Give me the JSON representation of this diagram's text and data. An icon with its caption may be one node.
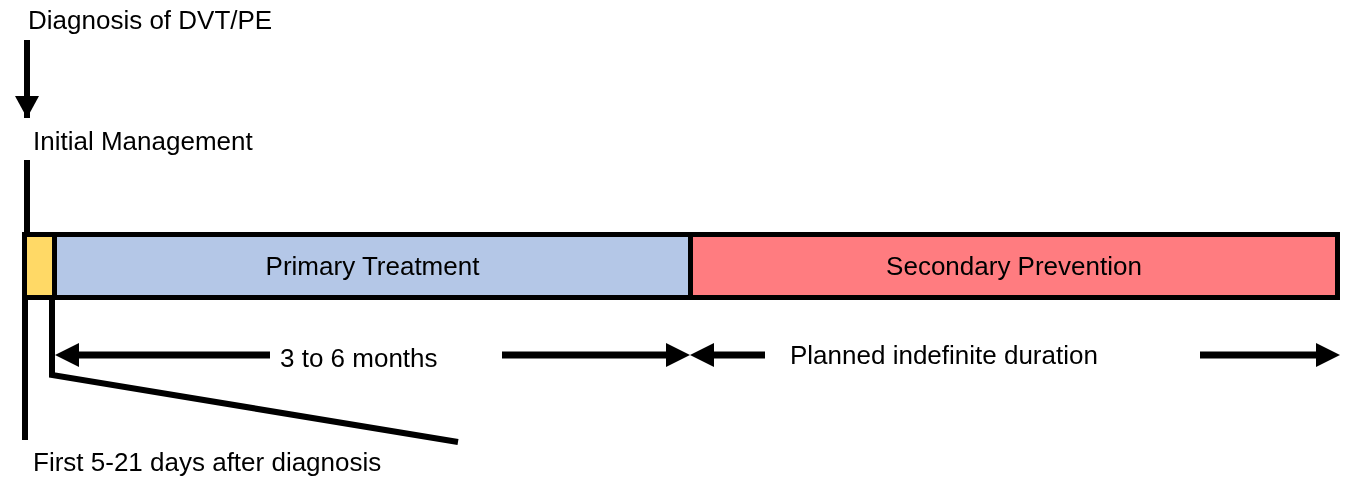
{
  "diagram": {
    "nodes": [
      {
        "text": [
          "Diagnosis of DVT/PE"
        ]
      },
      {
        "text": [
          "Initial Management"
        ]
      },
      {
        "text": [],
        "shape": "bar"
      },
      {
        "text": [
          "Primary Treatment"
        ]
      },
      {
        "text": [
          "Secondary Prevention"
        ]
      },
      {
        "text": [
          "First 5-21 days after diagnosis"
        ]
      }
    ],
    "edges": [
      {
        "from": 0,
        "to": 1,
        "arrow": "to"
      },
      {
        "from": 1,
        "to": 2,
        "arrow": "none"
      },
      {
        "from": 5,
        "to": 2,
        "arrow": "none"
      },
      {
        "from": 2,
        "to": 5,
        "arrow": "none"
      }
    ],
    "labels": [
      "3 to 6 months",
      "Planned indefinite duration"
    ]
  }
}
